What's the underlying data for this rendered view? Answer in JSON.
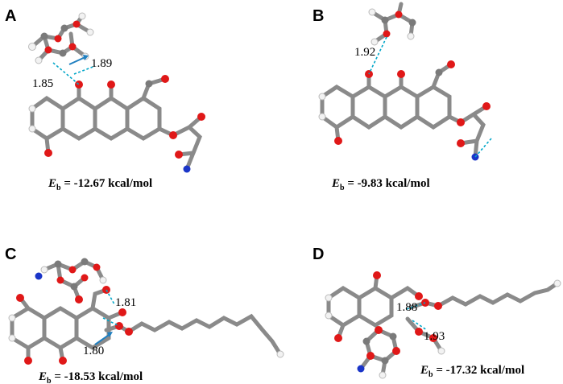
{
  "colors": {
    "carbon": "#7a7a7a",
    "oxygen": "#e01818",
    "hydrogen": "#f2f2f2",
    "nitrogen": "#1a35c8",
    "hbond": "#00a6c8",
    "arrow": "#1f7fc0"
  },
  "panels": [
    {
      "letter": "A",
      "distances": [
        "1.89",
        "1.85"
      ],
      "eb_symbol": "E",
      "eb_sub": "b",
      "eb_value": " = -12.67 kcal/mol"
    },
    {
      "letter": "B",
      "distances": [
        "1.92"
      ],
      "eb_symbol": "E",
      "eb_sub": "b",
      "eb_value": " = -9.83 kcal/mol"
    },
    {
      "letter": "C",
      "distances": [
        "1.81",
        "1.80"
      ],
      "eb_symbol": "E",
      "eb_sub": "b",
      "eb_value": " = -18.53 kcal/mol"
    },
    {
      "letter": "D",
      "distances": [
        "1.88",
        "1.93"
      ],
      "eb_symbol": "E",
      "eb_sub": "b",
      "eb_value": " = -17.32 kcal/mol"
    }
  ]
}
